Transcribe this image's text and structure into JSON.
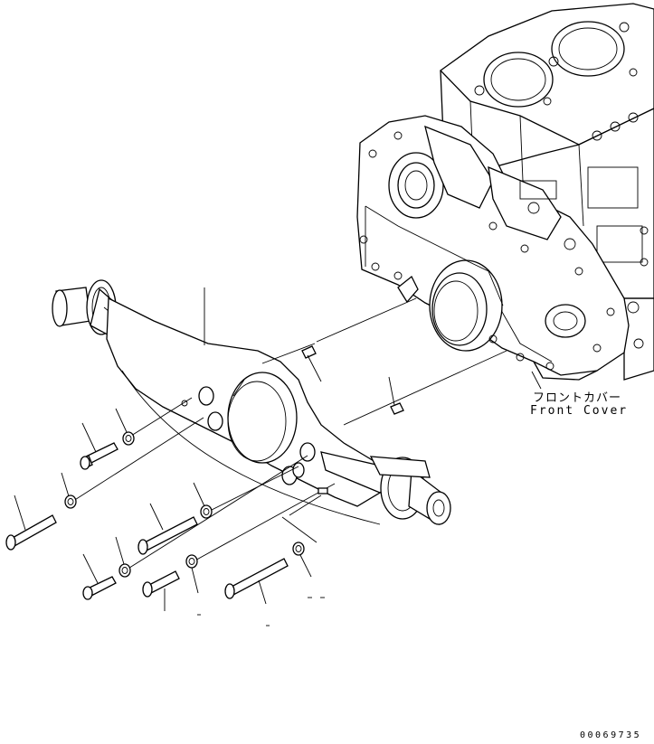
{
  "diagram": {
    "callout_jp": "フロントカバー",
    "callout_en": "Front Cover",
    "drawing_number": "00069735"
  }
}
